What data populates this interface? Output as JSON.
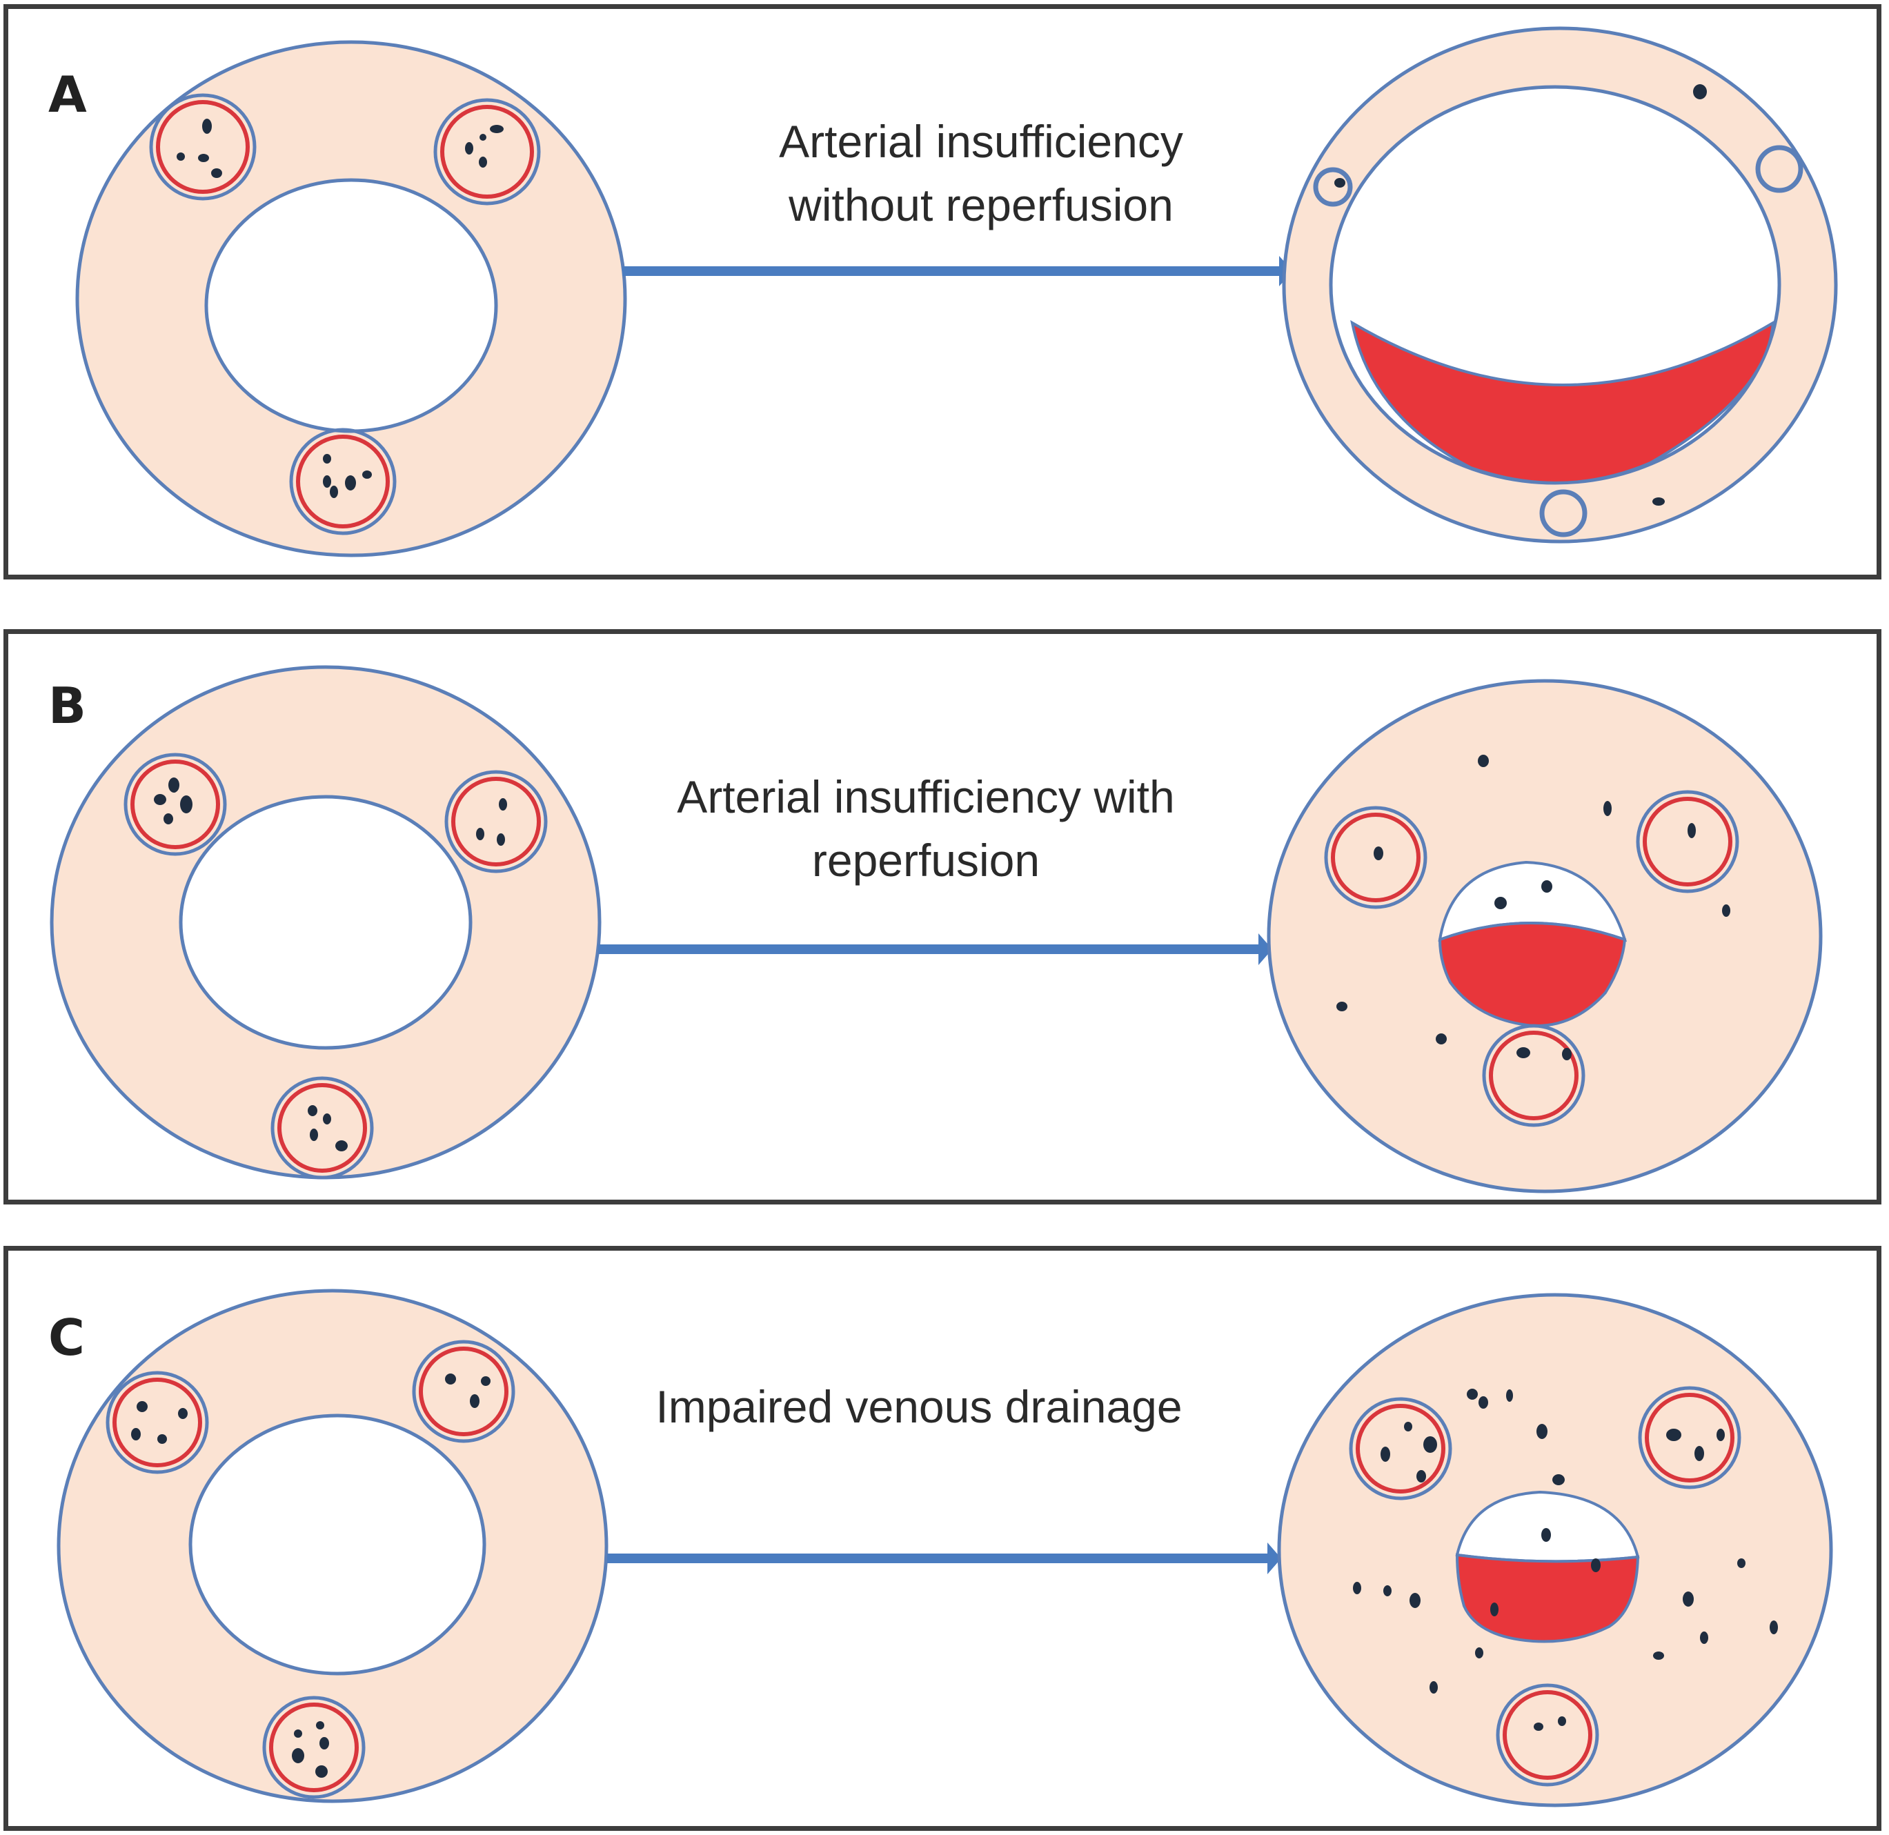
{
  "panels": [
    {
      "letter": "A",
      "caption_line1": "Arterial insufficiency",
      "caption_line2": "without reperfusion"
    },
    {
      "letter": "B",
      "caption_line1": "Arterial insufficiency with",
      "caption_line2": "reperfusion"
    },
    {
      "letter": "C",
      "caption_line1": "Impaired venous drainage",
      "caption_line2": ""
    }
  ],
  "colors": {
    "tissue": "#fbe3d3",
    "outline": "#5b7fb8",
    "vessel_red": "#d9363c",
    "hemorrhage": "#e8363b",
    "nucleus": "#1f2d3f",
    "arrow": "#4a7cc0",
    "border": "#3d3d3d"
  }
}
